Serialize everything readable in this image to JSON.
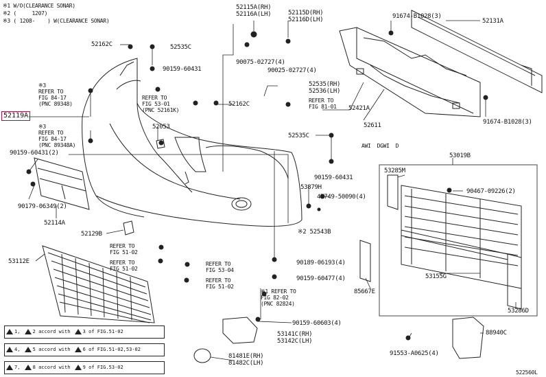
{
  "notes": [
    "※1 W/O(CLEARANCE SONAR)",
    "※2 (     1207)",
    "※3 ( 1208-    ) W(CLEARANCE SONAR)"
  ],
  "highlight_part": "52119A",
  "labels": {
    "p52115A": "52115A(RH)",
    "p52116A": "52116A(LH)",
    "p52115D": "52115D(RH)",
    "p52116D": "52116D(LH)",
    "p91674a": "91674-B1028(3)",
    "p52131A": "52131A",
    "p52162C_top": "52162C",
    "p52535C_top": "52535C",
    "p90159_60431_top": "90159-60431",
    "p90075": "90075-02727(4)",
    "p90025": "90025-02727(4)",
    "p52535RH": "52535(RH)",
    "p52536LH": "52536(LH)",
    "p52421A": "52421A",
    "p52611": "52611",
    "p91674b": "91674-B1028(3)",
    "p52162C_mid": "52162C",
    "p52053": "52053",
    "p52535C_mid": "52535C",
    "p90159_60431_mid": "90159-60431",
    "p53879H": "53879H",
    "p47749": "47749-50090(4)",
    "p52543B": "※2 52543B",
    "p90159_60431_left": "90159-60431(2)",
    "p90179": "90179-06349(2)",
    "p52114A": "52114A",
    "p52129B": "52129B",
    "p53112E": "53112E",
    "p90189": "90189-06193(4)",
    "p90159_60477": "90159-60477(4)",
    "p90159_60603": "90159-60603(4)",
    "p53141C": "53141C(RH)",
    "p53142C": "53142C(LH)",
    "p81481E": "81481E(RH)",
    "p81482C": "81482C(LH)",
    "p53019B": "53019B",
    "p53285M": "53285M",
    "p90467": "90467-09226(2)",
    "p53155G": "53155G",
    "p85667E": "85667E",
    "p53286D": "53286D",
    "p88940C": "88940C",
    "p91553": "91553-A0625(4)",
    "awi_header": "AWI  DGWI  D",
    "footer_code": "522560L"
  },
  "refs": {
    "r1": "※3\nREFER TO\nFIG 84-17\n(PNC 89348)",
    "r2": "※3\nREFER TO\nFIG 84-17\n(PNC 89348A)",
    "r3": "REFER TO\nFIG 53-01\n(PNC 52161K)",
    "r4": "REFER TO\nFIG 81-01",
    "r5": "REFER TO\nFIG 51-02",
    "r6": "REFER TO\nFIG 51-02",
    "r7": "REFER TO\nFIG 53-04",
    "r8": "REFER TO\nFIG 51-02",
    "r9": "※1 REFER TO\nFIG 82-02\n(PNC 82824)"
  },
  "legend": [
    {
      "a": "1",
      "b": "2",
      "text": "accord with",
      "c": "3",
      "fig": "of FIG.51-02"
    },
    {
      "a": "4",
      "b": "5",
      "text": "accord with",
      "c": "6",
      "fig": "of FIG.51-02,53-02"
    },
    {
      "a": "7",
      "b": "8",
      "text": "accord with",
      "c": "9",
      "fig": "of FIG.53-02"
    }
  ]
}
